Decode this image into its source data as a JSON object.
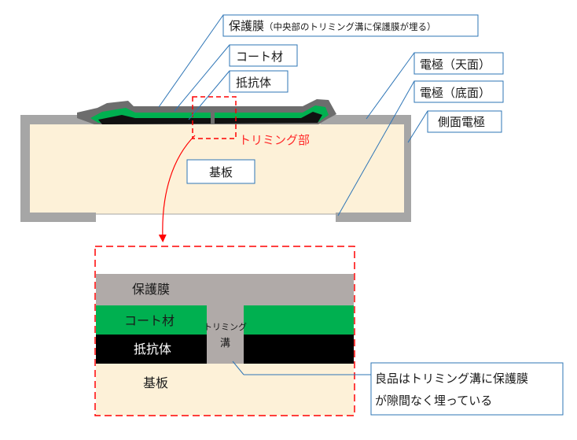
{
  "colors": {
    "substrate": "#fdf1d8",
    "electrode": "#a6a6a6",
    "overcoat": "#00b050",
    "resistor": "#000000",
    "protective": "#b0aaa8",
    "leader": "#2e75b6",
    "highlight": "#ff0000"
  },
  "labels": {
    "protective_film": "保護膜",
    "protective_film_note": "（中央部のトリミング溝に保護膜が埋る）",
    "coat_material": "コート材",
    "resistor_body": "抵抗体",
    "electrode_top": "電極（天面）",
    "electrode_bottom": "電極（底面）",
    "side_electrode": "側面電極",
    "trimming_part": "トリミング部",
    "substrate": "基板"
  },
  "detail": {
    "protective_film": "保護膜",
    "coat_material": "コート材",
    "resistor_body": "抵抗体",
    "substrate": "基板",
    "trim_groove_line1": "トリミング",
    "trim_groove_line2": "溝"
  },
  "callout": {
    "line1": "良品はトリミング溝に保護膜",
    "line2": "が隙間なく埋っている"
  }
}
